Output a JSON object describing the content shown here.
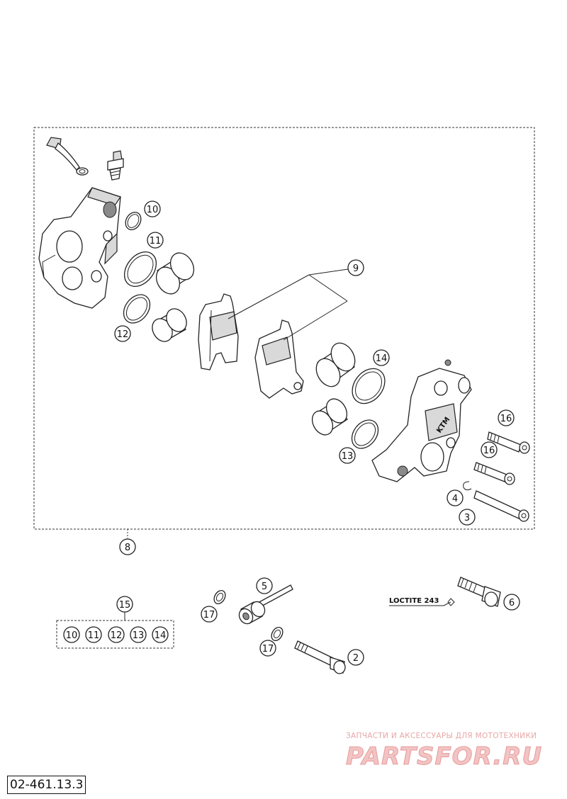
{
  "document_number": "02-461.13.3",
  "loctite_label": "LOCTITE 243",
  "callouts": {
    "c2": "2",
    "c3": "3",
    "c4": "4",
    "c5": "5",
    "c6": "6",
    "c8": "8",
    "c9": "9",
    "c10": "10",
    "c11": "11",
    "c12": "12",
    "c13": "13",
    "c14": "14",
    "c15": "15",
    "c16a": "16",
    "c16b": "16",
    "c17a": "17",
    "c17b": "17"
  },
  "kit_items": [
    "10",
    "11",
    "12",
    "13",
    "14"
  ],
  "caliper_mark": "KTM",
  "watermark": {
    "tagline": "ЗАПЧАСТИ И АКСЕССУАРЫ ДЛЯ МОТОТЕХНИКИ",
    "logo": "PARTSFOR.RU"
  }
}
